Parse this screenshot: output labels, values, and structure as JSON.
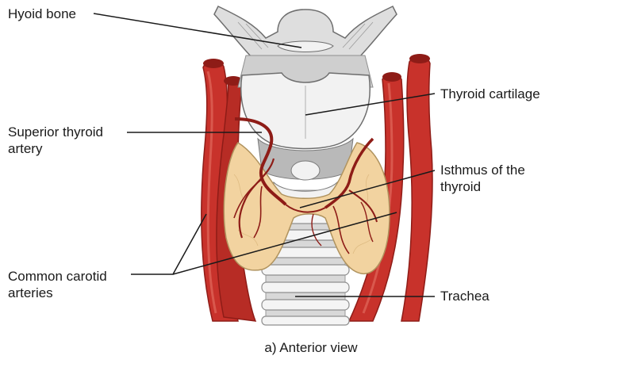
{
  "labels": {
    "hyoid_bone": "Hyoid bone",
    "superior_thyroid_artery": [
      "Superior thyroid",
      "artery"
    ],
    "common_carotid_arteries": [
      "Common carotid",
      "arteries"
    ],
    "thyroid_cartilage": "Thyroid cartilage",
    "isthmus": [
      "Isthmus of the",
      "thyroid"
    ],
    "trachea": "Trachea"
  },
  "caption": "a) Anterior view",
  "colors": {
    "artery": "#c8322b",
    "artery_dark": "#8e1c17",
    "artery_highlight": "#e0685d",
    "gland": "#f2d3a0",
    "gland_outline": "#b0935e",
    "cartilage": "#f2f2f2",
    "bone": "#dedede",
    "membrane": "#b9b9b9",
    "leader": "#1a1a1a"
  }
}
